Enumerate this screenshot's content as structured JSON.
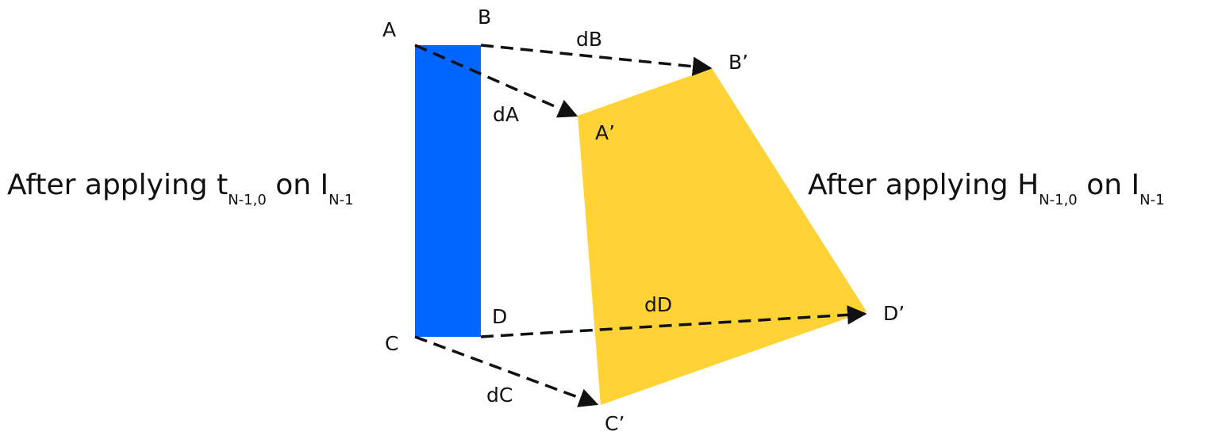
{
  "colors": {
    "source_rect": "#0066ff",
    "warped_quad": "#ffd335",
    "ink": "#111111"
  },
  "labels": {
    "A": "A",
    "B": "B",
    "C": "C",
    "D": "D",
    "A_prime": "A’",
    "B_prime": "B’",
    "C_prime": "C’",
    "D_prime": "D’",
    "dA": "dA",
    "dB": "dB",
    "dC": "dC",
    "dD": "dD"
  },
  "captions": {
    "left": {
      "prefix": "After applying t",
      "sub1": "N-1,0",
      "middle": " on I",
      "sub2": "N-1"
    },
    "right": {
      "prefix": "After applying H",
      "sub1": "N-1,0",
      "middle": " on I",
      "sub2": "N-1"
    }
  }
}
